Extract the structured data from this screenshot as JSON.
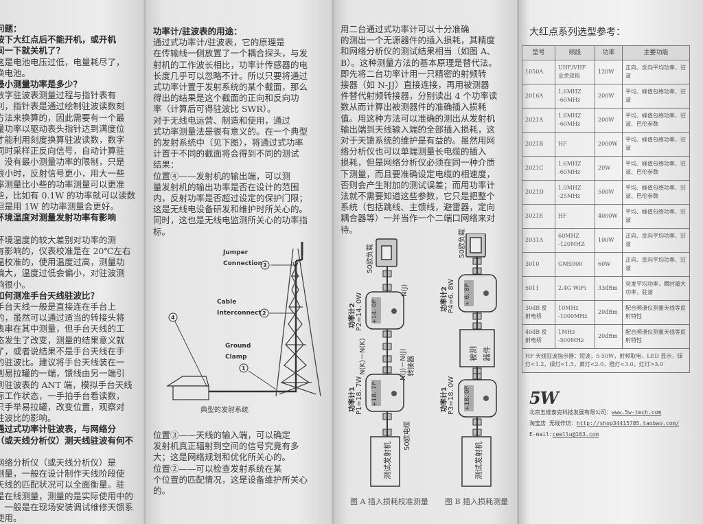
{
  "panel1": {
    "lines": [
      {
        "text": "问题：",
        "bold": true
      },
      {
        "text": "   按下大红点后不能开机，或开机",
        "bold": true
      },
      {
        "text": "间一下就关机了？",
        "bold": true
      },
      {
        "text": "   这是电池电压过低，电量耗尽了，"
      },
      {
        "text": "换电池。"
      },
      {
        "text": "   最小测量功率是多少？",
        "bold": true
      },
      {
        "text": "   数字驻波表测量过程与指针表有"
      },
      {
        "text": "别，指针表是通过绘制驻波读数刻"
      },
      {
        "text": "方法来换算的，因此需要有一个最"
      },
      {
        "text": "量功率以驱动表头指针达到满度位"
      },
      {
        "text": "才能利用刻度换算驻波读数，数字"
      },
      {
        "text": "同时采样正反向信号，自动计算驻"
      },
      {
        "text": "，没有最小测量功率的限制，只是"
      },
      {
        "text": "很小时，反射信号更小，用大一些"
      },
      {
        "text": "率测量比小些的功率测量可以更准"
      },
      {
        "text": "些，比如有 0.1W 的功率就可以读数"
      },
      {
        "text": "但是用 1W 的功率测量会更好。"
      },
      {
        "text": "   环境温度对测量发射功率有影响",
        "bold": true
      },
      {
        "text": "？",
        "bold": true
      },
      {
        "text": "   环境温度的较大差别对功率的测"
      },
      {
        "text": "有影响的，仪表校准是在 20℃左右"
      },
      {
        "text": "温校准的，使用温度过高，测量功"
      },
      {
        "text": "偏大，温度过低会偏小，对驻波测"
      },
      {
        "text": "响很小。"
      },
      {
        "text": "   如何测准手台天线驻波比？",
        "bold": true
      },
      {
        "text": "   手台天线一般是直接连在手台上"
      },
      {
        "text": "的，虽然可以通过适当的转接头将"
      },
      {
        "text": "表串在其中测量，但手台天线的工"
      },
      {
        "text": "态发生了改变，测量的结果意义就"
      },
      {
        "text": "了，或者说结果不是手台天线在手"
      },
      {
        "text": "的驻波比。建议将手台天线装在一"
      },
      {
        "text": "则易拉罐的一端，馈线由另一端引"
      },
      {
        "text": "到驻波表的 ANT 端，模拟手台天线"
      },
      {
        "text": "际工作状态，一手拍手台看读数，"
      },
      {
        "text": "只手举易拉罐，改变位置，观察对"
      },
      {
        "text": "驻波比的影响。"
      },
      {
        "text": "   通过式功率计驻波表，与网络分",
        "bold": true
      },
      {
        "text": "（或天线分析仪）测天线驻波有何不",
        "bold": true
      },
      {
        "text": "？",
        "bold": true
      },
      {
        "text": "   网络分析仪（或天线分析仪）是"
      },
      {
        "text": "测量，一般在设计制作天线阶段使"
      },
      {
        "text": "天线的匹配状况可以全面衡量。驻"
      },
      {
        "text": "是在线测量，测量的是实际使用中的"
      },
      {
        "text": "，一般是在现场安装调试维修天馈系"
      },
      {
        "text": "使用。"
      }
    ]
  },
  "panel2": {
    "heading": "功率计/驻波表的用途：",
    "lines_top": [
      "      通过式功率计/驻波表，它的原理是",
      "在传输线一侧放置了一个耦合探头，与发",
      "射机的工作波长相比，功率计传感器的电",
      "长度几乎可以忽略不计。所以只要将通过",
      "式功率计置于发射系统的某个截面，那么",
      "得出的结果是这个截面的正向和反向功",
      "率（计算后可得驻波比 SWR）。",
      "      对于无线电运营、制造和使用，通过",
      "式功率测量法是很有意义的。在一个典型",
      "的发射系统中（见下图），将通过式功率",
      "计置于不同的截面将会得到不同的测试",
      "结果：",
      "      位置④——发射机的输出端，可以测",
      "量发射机的输出功率是否在设计的范围",
      "内，反射功率是否超过设定的保护门限；",
      "这是无线电设备研发和维护时所关心的。",
      "同时，这也是无线电监测所关心的功率指",
      "标。"
    ],
    "lines_bottom": [
      "      位置③——天线的输入端，可以确定",
      "发射机真正辐射到空间的信号究竟有多",
      "大；这是网络规划和优化所关心的。",
      "      位置②——可以检查发射系统在某",
      "个位置的匹配情况，这是设备维护所关心",
      "的。"
    ],
    "diagram": {
      "label_jumper_1": "Jumper",
      "label_jumper_2": "Connection",
      "num_3": "3",
      "label_cable_1": "Cable",
      "label_cable_2": "Interconnect",
      "num_2": "2",
      "label_ground_1": "Ground",
      "label_ground_2": "Clamp",
      "num_1": "1",
      "num_4": "4",
      "caption": "典型的发射系统"
    }
  },
  "panel3": {
    "lines": [
      "      用二台通过式功率计可以十分准确",
      "的测出一个无源器件的插入损耗，其精度",
      "和网络分析仪的测试结果相当（如图 A、",
      "B）。这种测量方法的基本原理是替代法。",
      "即先将二台功率计用一只精密的射频转",
      "接器（如 N-JJ）直接连接，再用被测器",
      "件替代射频转接器，分别读出 4 个功率读",
      "数从而计算出被测器件的准确插入损耗",
      "值。用这种方法可以准确的测出从发射机",
      "输出端到天线输入端的全部插入损耗，这",
      "对于天馈系统的维护是有益的。虽然用网",
      "络分析仪也可以单端测量长电缆的插入",
      "损耗，但是网络分析仪必须在同一种介质",
      "下测量，而且要准确设定电缆的相速度，",
      "否则会产生附加的测试误差；而用功率计",
      "法就不需要知道这些参数，它只是把整个",
      "系统（包括跳线、主馈线，避雷器，定向",
      "耦合器等）一并当作一个二端口网络来对",
      "待。"
    ],
    "figA": {
      "load": "50欧负载",
      "nj": "N(J)",
      "meter2_label": "功率计2",
      "meter2_value": "P2=14. 0W",
      "meter2_display": "+14. 0P",
      "nk": "N(K)－N(K)",
      "adapter_1": "N(J)－N(J)",
      "adapter_2": "转接器",
      "meter1_label": "功率计1",
      "meter1_value": "P1=18. 7W",
      "meter1_display": "+18. 7P",
      "cable": "50欧电缆",
      "tx": "测试发射机",
      "caption": "图 A 插入损耗校准测量"
    },
    "figB": {
      "load": "50欧负载",
      "meter2_label": "功率计2",
      "meter2_value": "P4=6. 8W",
      "meter2_display": "+ 6. 8P",
      "dut_1": "被测",
      "dut_2": "器件",
      "meter1_label": "功率计1",
      "meter1_value": "P3=18. 0W",
      "meter1_display": "+18. 0P",
      "tx": "测试发射机",
      "caption": "图 B 插入损耗测量"
    }
  },
  "panel4": {
    "title": "大红点系列选型参考：",
    "table": {
      "headers": [
        "型号",
        "频段",
        "功率",
        "主要功能"
      ],
      "rows": [
        {
          "model": "1050A",
          "band": "UHF/VHF 业余双段",
          "power": "120W",
          "func": "正向、反向平均功率、驻波"
        },
        {
          "model": "2016A",
          "band": "1.6MHZ -60MHz",
          "power": "200W",
          "func": "平均、峰值包络功率、驻波"
        },
        {
          "model": "2021A",
          "band": "1.6MHZ -60MHz",
          "power": "200W",
          "func": "平均、峰值包络功率、驻波、巴伦参数"
        },
        {
          "model": "2021B",
          "band": "HF",
          "power": "2000W",
          "func": "平均、峰值包络功率、驻波"
        },
        {
          "model": "2021C",
          "band": "1.6MHZ -60MHz",
          "power": "20W",
          "func": "平均、峰值包络功率、驻波、巴伦参数"
        },
        {
          "model": "2021D",
          "band": "1.0MHZ -25MHz",
          "power": "500W",
          "func": "平均、峰值包络功率、驻波、巴伦参数"
        },
        {
          "model": "2021E",
          "band": "HF",
          "power": "4000W",
          "func": "平均、峰值包络功率、驻波"
        },
        {
          "model": "2031A",
          "band": "60MHZ -120MHZ",
          "power": "100W",
          "func": "正向、反向平均功率、驻波"
        },
        {
          "model": "3010",
          "band": "GMS900",
          "power": "60W",
          "func": "正向、反向平均功率、驻波"
        },
        {
          "model": "5011",
          "band": "2.4G WiFi",
          "power": "33dBm",
          "func": "突发平均功率，瞬时最大功率，驻波"
        },
        {
          "model": "30dB 反射电桥",
          "band": "10MHz -1000MHz",
          "power": "20dBm",
          "func": "配合频谱仪测量天线等反射特性"
        },
        {
          "model": "40dB 反射电桥",
          "band": "1MHz -500MHz",
          "power": "20dBm",
          "func": "配合频谱仪测量天线等反射特性"
        }
      ],
      "note": "HF 天线驻波指示器：短波，5-50W，射频取电，LED 显示，绿灯<1.2，绿灯<1.5，黄灯<2.0，橙灯<3.0，红灯>3.0"
    },
    "logo": "5W",
    "company_label": "北京五维泰克科技发展有限公司：",
    "company_url": "www.5w-tech.com",
    "shop_label": "淘宝店 无线作坊：",
    "shop_url": "http://shop34415785.taobao.com/",
    "email_label": "E-mail:",
    "email": "ceellu@163.com"
  }
}
